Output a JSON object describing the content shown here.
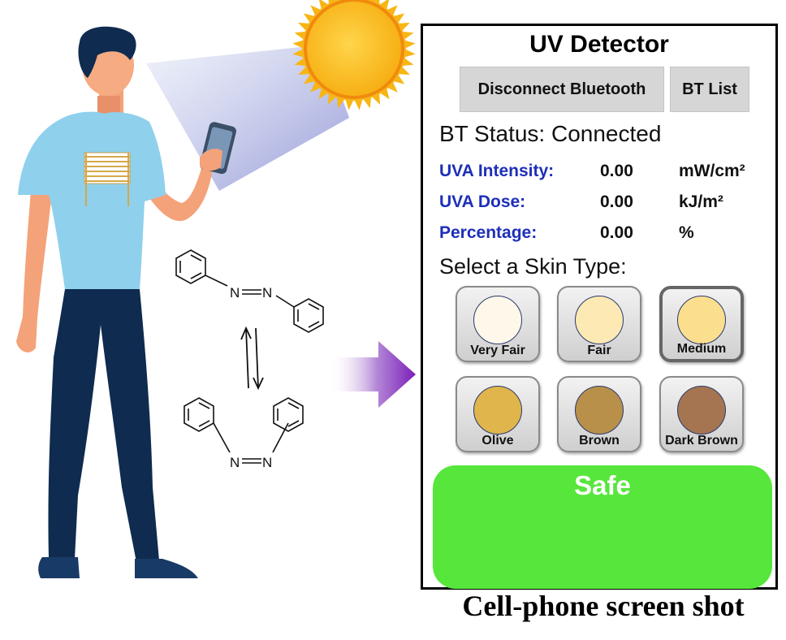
{
  "app": {
    "title": "UV Detector",
    "disconnect_button": "Disconnect Bluetooth",
    "bt_list_button": "BT List",
    "bt_status": "BT Status: Connected",
    "readings": [
      {
        "label": "UVA Intensity:",
        "value": "0.00",
        "unit": "mW/cm²"
      },
      {
        "label": "UVA Dose:",
        "value": "0.00",
        "unit": "kJ/m²"
      },
      {
        "label": "Percentage:",
        "value": "0.00",
        "unit": "%"
      }
    ],
    "skin_prompt": "Select a Skin Type:",
    "skin_types": [
      {
        "label": "Very Fair",
        "color": "#fdf8ea"
      },
      {
        "label": "Fair",
        "color": "#fde9b4"
      },
      {
        "label": "Medium",
        "color": "#fcdf8e"
      },
      {
        "label": "Olive",
        "color": "#dfb54c"
      },
      {
        "label": "Brown",
        "color": "#b8904a"
      },
      {
        "label": "Dark Brown",
        "color": "#a57551"
      }
    ],
    "selected_skin": "Medium",
    "status_label": "Safe",
    "status_color": "#57e63c"
  },
  "diagram": {
    "molecule_atoms": [
      "N",
      "N",
      "N",
      "N"
    ],
    "arrow_color": "#7b1fb8",
    "sun_color": "#f7b614",
    "shirt_color": "#8fd0ec",
    "pants_color": "#0f2b4f"
  },
  "caption": "Cell-phone screen shot"
}
